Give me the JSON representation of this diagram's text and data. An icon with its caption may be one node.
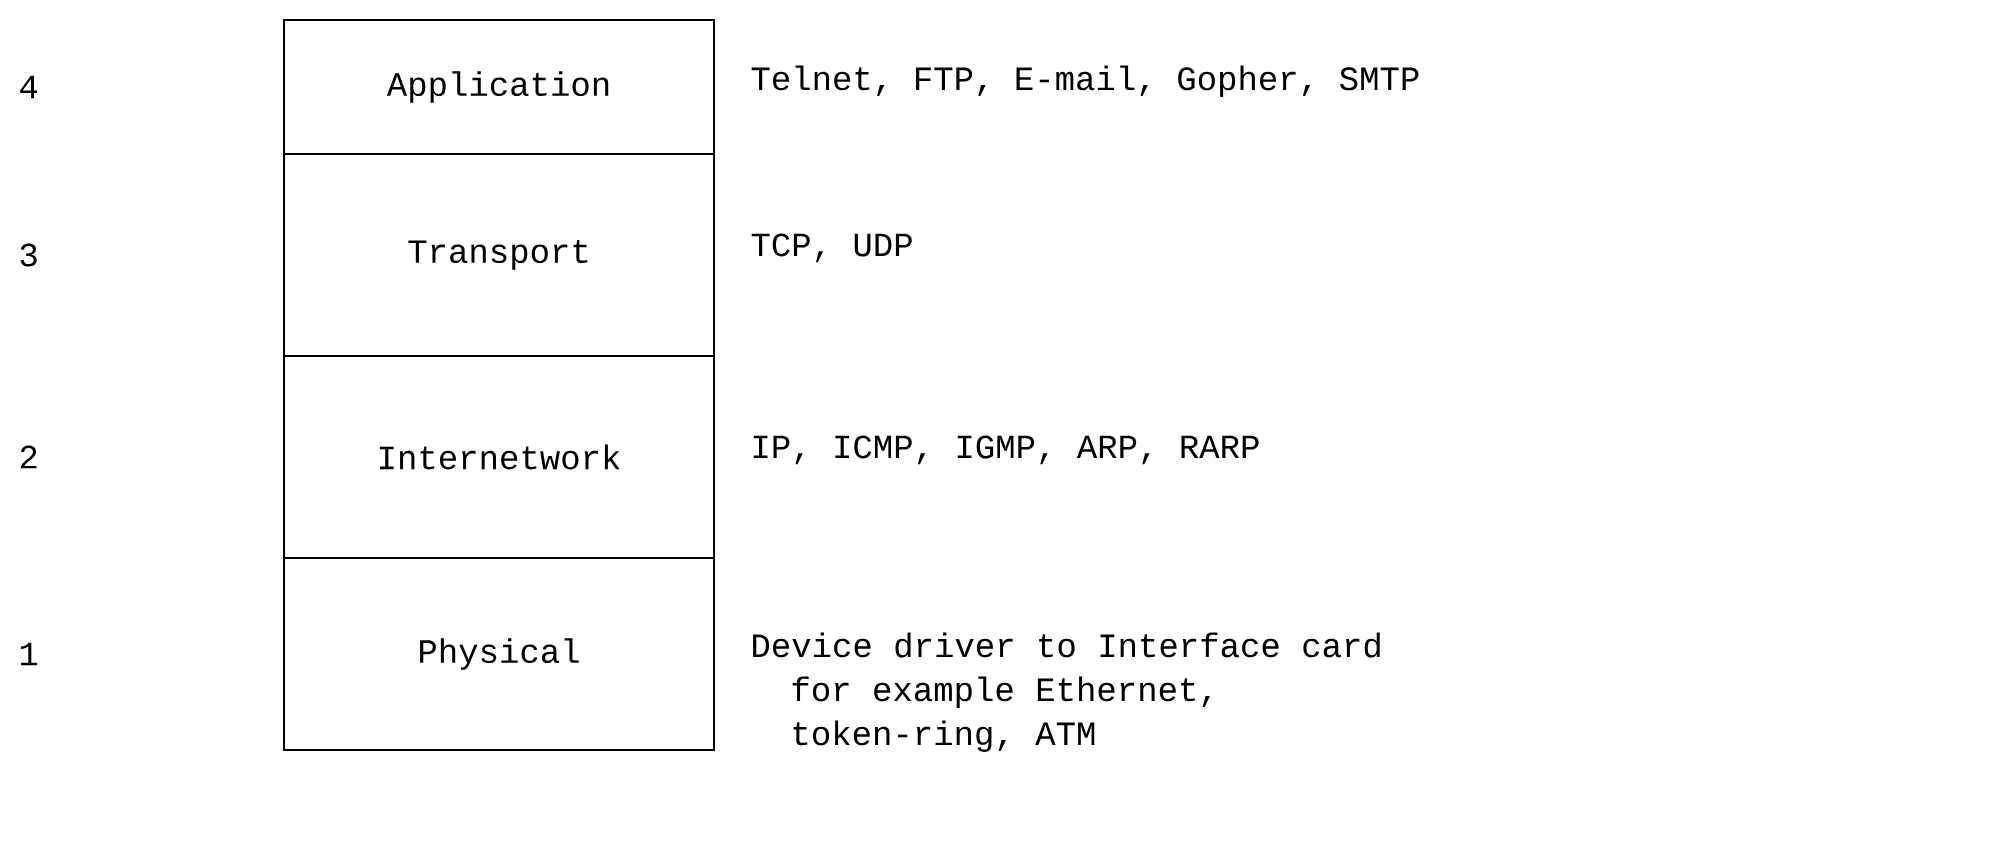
{
  "diagram": {
    "nodes": [
      {
        "text": [
          "Application"
        ],
        "beside": [
          "Telnet, FTP, E-mail, Gopher, SMTP"
        ]
      },
      {
        "text": [
          "Transport"
        ],
        "beside": [
          "TCP, UDP"
        ]
      },
      {
        "text": [
          "Internetwork"
        ],
        "beside": [
          "IP, ICMP, IGMP, ARP, RARP"
        ]
      },
      {
        "text": [
          "Physical"
        ],
        "beside": [
          "Device driver to Interface card for example Ethernet, token-ring, ATM"
        ]
      }
    ],
    "labels": [
      "4",
      "3",
      "2",
      "1"
    ]
  }
}
